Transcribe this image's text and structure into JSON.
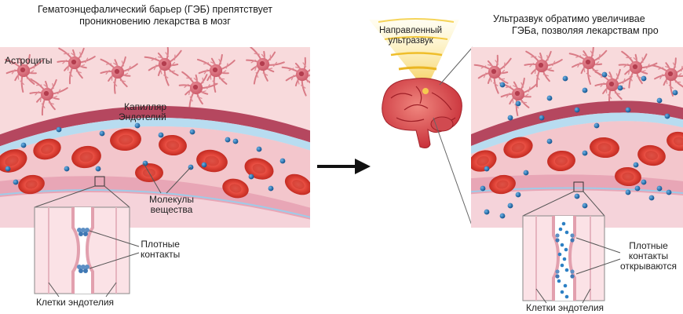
{
  "left_panel": {
    "title_line1": "Гематоэнцефалический барьер (ГЭБ) препятствует",
    "title_line2": "проникновению лекарства в мозг",
    "astrocytes_label": "Астроциты",
    "capillary_label": "Капилляр",
    "endothelium_label": "Эндотелий",
    "molecules_label_line1": "Молекулы",
    "molecules_label_line2": "вещества",
    "tight_junctions_line1": "Плотные",
    "tight_junctions_line2": "контакты",
    "endothelial_cells_label": "Клетки эндотелия"
  },
  "center": {
    "ultrasound_line1": "Направленный",
    "ultrasound_line2": "ультразвук"
  },
  "right_panel": {
    "title_line1": "Ультразвук обратимо увеличивае",
    "title_line2": "ГЭБа, позволяя лекарствам про",
    "tight_junctions_line1": "Плотные",
    "tight_junctions_line2": "контакты",
    "tight_junctions_line3": "открываются",
    "endothelial_cells_label": "Клетки эндотелия"
  },
  "colors": {
    "tissue": "#f6d6d8",
    "astrocyte": "#d9737e",
    "vessel_wall": "#b03a55",
    "endothelium": "#e7a0b2",
    "blood": "#f1c2c9",
    "rbc": "#e1483c",
    "molecule": "#1f6fb0"
  }
}
